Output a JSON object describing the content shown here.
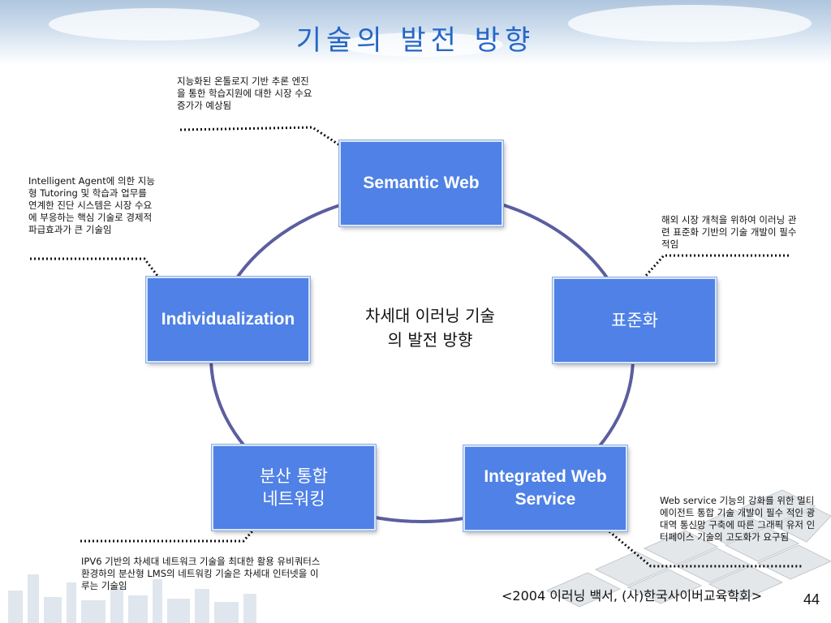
{
  "title": "기술의 발전 방향",
  "center_label": {
    "line1": "차세대 이러닝 기술",
    "line2": "의 발전 방향"
  },
  "nodes": {
    "semantic_web": "Semantic Web",
    "individualization": "Individualization",
    "standardization": "표준화",
    "distributed_line1": "분산 통합",
    "distributed_line2": "네트워킹",
    "integrated_line1": "Integrated Web",
    "integrated_line2": "Service"
  },
  "notes": {
    "semantic_web": "지능화된 온톨로지 기반 추론 엔진을 통한 학습지원에 대한 시장 수요 증가가 예상됨",
    "individualization": "Intelligent Agent에 의한 지능형 Tutoring 및 학습과 업무를 연계한 진단 시스템은 시장 수요에 부응하는 핵심 기술로 경제적 파급효과가 큰 기술임",
    "standardization": "해외 시장 개척을 위하여 이러닝 관련 표준화 기반의 기술 개발이 필수적임",
    "distributed": "IPV6 기반의 차세대 네트워크 기술을 최대한 활용 유비쿼터스 환경하의 분산형 LMS의 네트워킹 기술은 차세대 인터넷을 이루는 기술임",
    "integrated": "Web service 기능의 강화를 위한 멀티 에이전트 통합 기술 개발이 필수 적인 광 대역 통신망 구축에 따른 그래픽 유저 인터페이스 기술의 고도화가 요구됨"
  },
  "source": "<2004 이러닝 백서, (사)한국사이버교육학회>",
  "page_number": "44",
  "colors": {
    "title": "#2566c8",
    "box_fill": "#4f81e6",
    "ring": "#5b5e9e",
    "leader": "#111111"
  }
}
